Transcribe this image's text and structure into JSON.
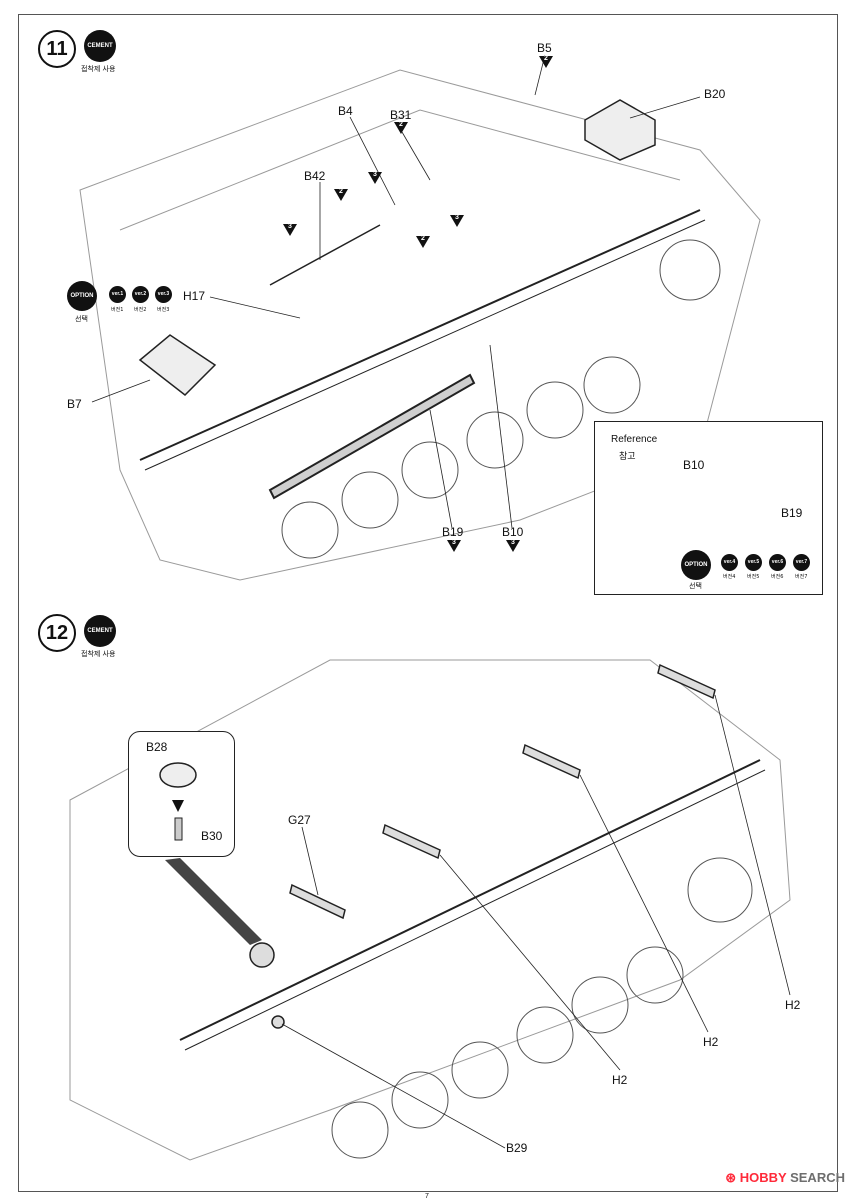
{
  "step11": {
    "number": "11",
    "cement_label": "CEMENT",
    "cement_text": "접착제 사용",
    "parts": {
      "b5": "B5",
      "b20": "B20",
      "b4": "B4",
      "b31": "B31",
      "b42": "B42",
      "h17": "H17",
      "b7": "B7",
      "b19": "B19",
      "b10": "B10"
    },
    "option": {
      "label": "OPTION",
      "text": "선택",
      "versions": [
        {
          "label": "ver.1",
          "text": "버전1"
        },
        {
          "label": "ver.2",
          "text": "버전2"
        },
        {
          "label": "ver.3",
          "text": "버전3"
        }
      ]
    },
    "seq_markers": [
      "2",
      "3",
      "2",
      "3",
      "2",
      "2",
      "3",
      "3",
      "3"
    ],
    "reference": {
      "title": "Reference",
      "title_kr": "참고",
      "b10": "B10",
      "b19": "B19",
      "option_label": "OPTION",
      "option_text": "선택",
      "versions": [
        {
          "label": "ver.4",
          "text": "버전4"
        },
        {
          "label": "ver.5",
          "text": "버전5"
        },
        {
          "label": "ver.6",
          "text": "버전6"
        },
        {
          "label": "ver.7",
          "text": "버전7"
        }
      ]
    }
  },
  "step12": {
    "number": "12",
    "cement_label": "CEMENT",
    "cement_text": "접착제 사용",
    "parts": {
      "b28": "B28",
      "b30": "B30",
      "g27": "G27",
      "h2a": "H2",
      "h2b": "H2",
      "h2c": "H2",
      "b29": "B29"
    }
  },
  "page_number": "7",
  "watermark": {
    "symbol": "⊛",
    "brand": "HOBBY",
    "suffix": "SEARCH"
  }
}
